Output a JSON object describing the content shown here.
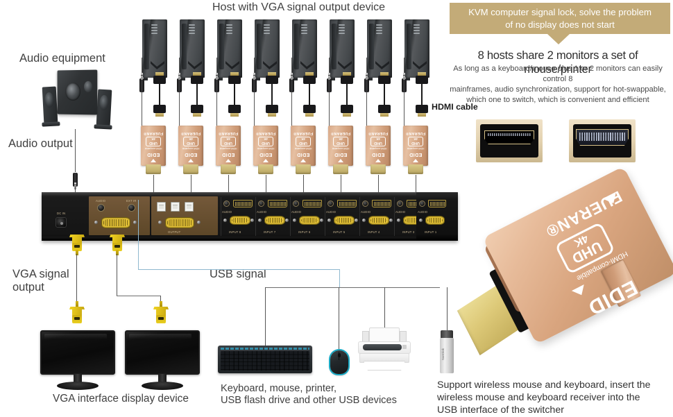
{
  "banner": {
    "text": "KVM computer signal lock, solve the problem\nof no display does not start",
    "bg_color": "#c3ab78",
    "text_color": "#ffffff"
  },
  "headline": {
    "title": "8 hosts share 2 monitors a set of mouse/printer",
    "body": "As long as a keyboard/mouse plus 1 or 2 monitors can easily control 8\nmainframes, audio synchronization, support for hot-swappable,\nwhich one to switch, which is convenient and efficient"
  },
  "labels": {
    "host": "Host with VGA signal output device",
    "audio_equipment": "Audio equipment",
    "audio_output": "Audio output",
    "hdmi_cable": "HDMI cable",
    "vga_signal_output": "VGA signal\noutput",
    "usb_signal": "USB signal",
    "vga_display_device": "VGA interface display device",
    "peripherals": "Keyboard, mouse, printer,\nUSB flash drive and other USB devices",
    "wireless_note": "Support wireless mouse and keyboard, insert the\nwireless mouse and keyboard receiver into the\nUSB interface of the switcher"
  },
  "device": {
    "brand": "FUERAN",
    "ports": {
      "dc_in": "DC IN",
      "audio": "AUDIO",
      "ext_ir": "EXT IR",
      "output": "OUTPUT",
      "audio_in": "AUDIO"
    },
    "inputs": [
      "INPUT 8",
      "INPUT 7",
      "INPUT 6",
      "INPUT 5",
      "INPUT 4",
      "INPUT 3",
      "INPUT 2",
      "INPUT 1"
    ]
  },
  "edid_adapter": {
    "brand": "FUERAN®",
    "uhd": "UHD",
    "resolution": "4K",
    "compatible": "HDMI-compatible",
    "name": "EDID"
  },
  "usb_drive": {
    "brand": "SanDisk"
  },
  "hosts": {
    "count": 8
  },
  "edid_dongles": {
    "count": 8
  },
  "monitors": {
    "count": 2
  },
  "hdmi_photos": {
    "count": 2
  }
}
